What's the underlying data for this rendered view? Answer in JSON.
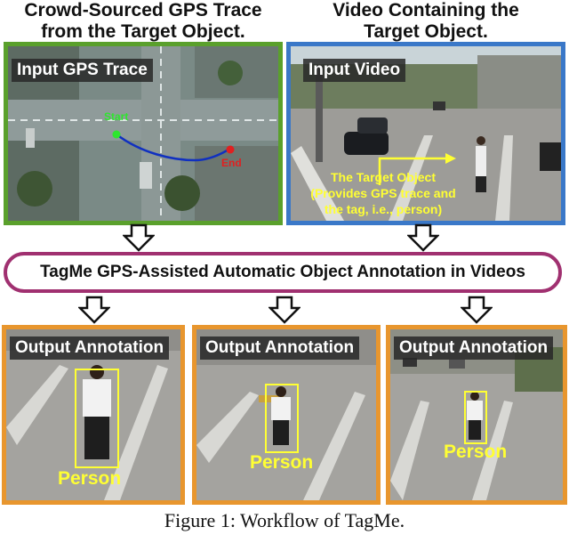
{
  "titles": {
    "left": "Crowd-Sourced GPS Trace\nfrom the Target Object.",
    "right": "Video Containing the\nTarget Object."
  },
  "input_gps": {
    "tag": "Input GPS Trace",
    "start_label": "Start",
    "end_label": "End"
  },
  "input_video": {
    "tag": "Input Video",
    "annotation": "The Target Object\n(Provides GPS trace and\nthe tag, i.e., person)"
  },
  "pipeline": {
    "label": "TagMe GPS-Assisted Automatic Object Annotation in Videos"
  },
  "outputs": [
    {
      "tag": "Output Annotation",
      "label": "Person"
    },
    {
      "tag": "Output Annotation",
      "label": "Person"
    },
    {
      "tag": "Output Annotation",
      "label": "Person"
    }
  ],
  "caption": "Figure 1: Workflow of TagMe.",
  "colors": {
    "gps_border": "#5aa02c",
    "video_border": "#3a78c8",
    "output_border": "#e8962e",
    "pipeline_border": "#a03070",
    "annotation": "#ffff33"
  }
}
